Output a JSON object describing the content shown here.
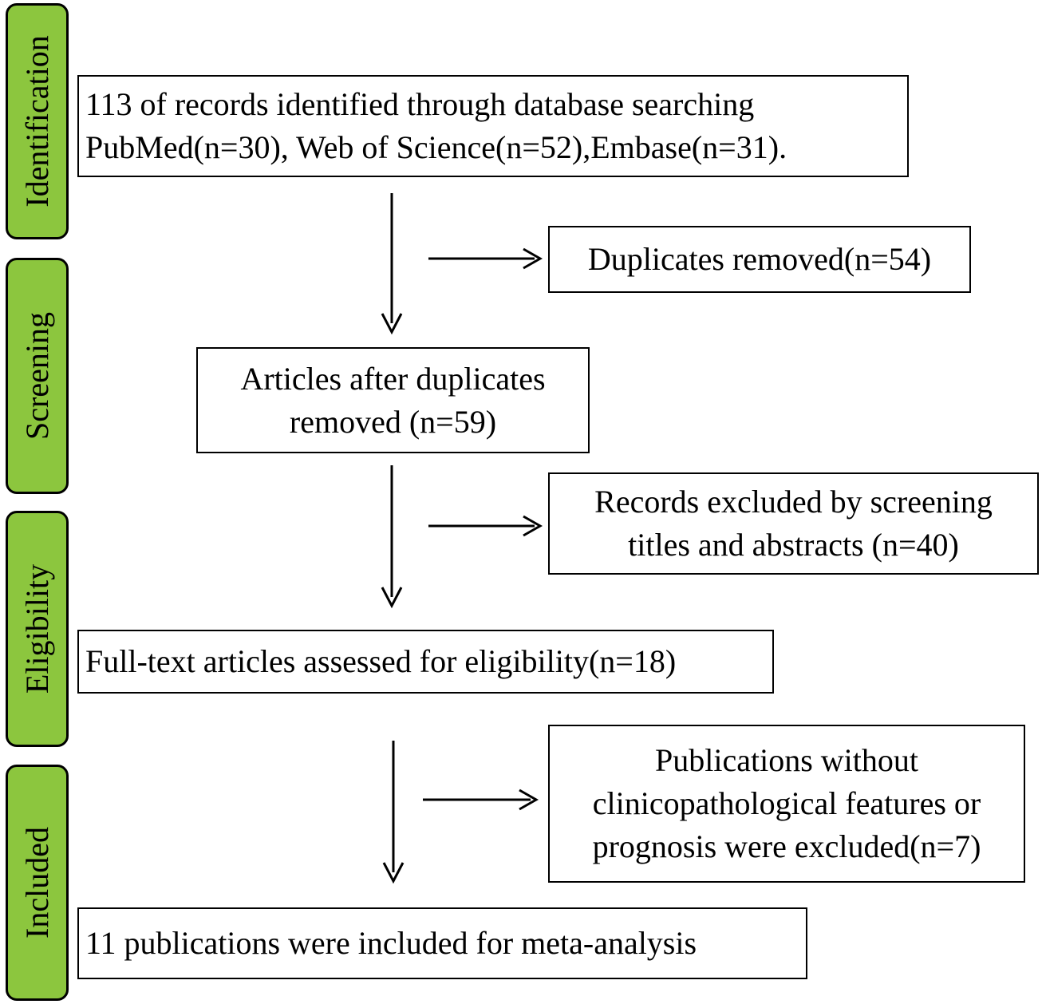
{
  "stages": [
    {
      "id": "identification",
      "label": "Identification"
    },
    {
      "id": "screening",
      "label": "Screening"
    },
    {
      "id": "eligibility",
      "label": "Eligibility"
    },
    {
      "id": "included",
      "label": "Included"
    }
  ],
  "boxes": {
    "identified": {
      "line1": "113 of records identified through database searching",
      "line2": "PubMed(n=30), Web of Science(n=52),Embase(n=31)."
    },
    "duplicates_removed": {
      "line1": "Duplicates removed(n=54)"
    },
    "after_duplicates": {
      "line1": "Articles after duplicates",
      "line2": "removed (n=59)"
    },
    "screening_excluded": {
      "line1": "Records excluded by screening",
      "line2": "titles and abstracts (n=40)"
    },
    "full_text": {
      "line1": "Full-text articles assessed for eligibility(n=18)"
    },
    "publications_excluded": {
      "line1": "Publications without",
      "line2": "clinicopathological features or",
      "line3": "prognosis were excluded(n=7)"
    },
    "included": {
      "line1": "11 publications were included for meta-analysis"
    }
  }
}
